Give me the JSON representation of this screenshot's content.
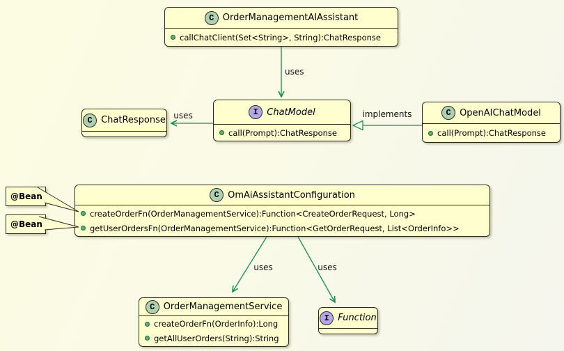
{
  "classes": {
    "assistant": {
      "badge": "C",
      "name": "OrderManagementAIAssistant",
      "methods": [
        "callChatClient(Set<String>, String):ChatResponse"
      ]
    },
    "chatmodel": {
      "badge": "I",
      "name": "ChatModel",
      "methods": [
        "call(Prompt):ChatResponse"
      ]
    },
    "chatresponse": {
      "badge": "C",
      "name": "ChatResponse",
      "methods": []
    },
    "openai": {
      "badge": "C",
      "name": "OpenAIChatModel",
      "methods": [
        "call(Prompt):ChatResponse"
      ]
    },
    "config": {
      "badge": "C",
      "name": "OmAiAssistantConfiguration",
      "methods": [
        "createOrderFn(OrderManagementService):Function<CreateOrderRequest, Long>",
        "getUserOrdersFn(OrderManagementService):Function<GetOrderRequest, List<OrderInfo>>"
      ]
    },
    "service": {
      "badge": "C",
      "name": "OrderManagementService",
      "methods": [
        "createOrderFn(OrderInfo):Long",
        "getAllUserOrders(String):String"
      ]
    },
    "function": {
      "badge": "I",
      "name": "Function",
      "methods": []
    }
  },
  "notes": [
    {
      "text": "@Bean"
    },
    {
      "text": "@Bean"
    }
  ],
  "edges": {
    "assistant_uses_chatmodel": {
      "label": "uses"
    },
    "chatmodel_uses_chatresponse": {
      "label": "uses"
    },
    "openai_implements_chatmodel": {
      "label": "implements"
    },
    "config_uses_service": {
      "label": "uses"
    },
    "config_uses_function": {
      "label": "uses"
    }
  },
  "colors": {
    "class_badge": "#ADD1B2",
    "interface_badge": "#B4A7E5",
    "box_fill": "#FEFECE",
    "border": "#2B2B22",
    "arrow_green": "#148C50",
    "background": "#FAFAE6"
  }
}
